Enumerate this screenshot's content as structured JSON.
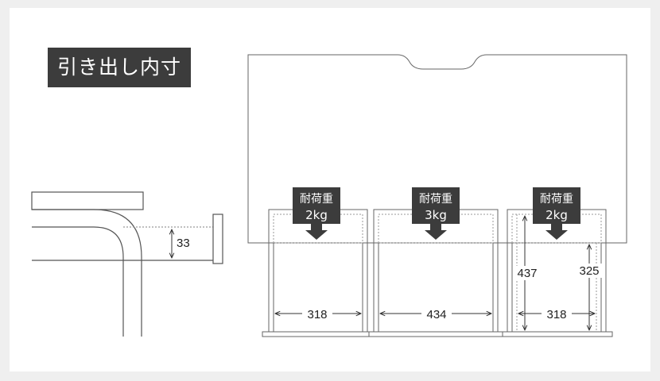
{
  "title": "引き出し内寸",
  "side_view": {
    "height": "33"
  },
  "drawers": [
    {
      "load_label": "耐荷重",
      "load_value": "2kg",
      "width": "318"
    },
    {
      "load_label": "耐荷重",
      "load_value": "3kg",
      "width": "434"
    },
    {
      "load_label": "耐荷重",
      "load_value": "2kg",
      "width": "318"
    }
  ],
  "depth_left": "437",
  "depth_right": "325",
  "colors": {
    "label_bg": "#3c3c3c",
    "line": "#555555",
    "dashed": "#9a9a9a"
  }
}
